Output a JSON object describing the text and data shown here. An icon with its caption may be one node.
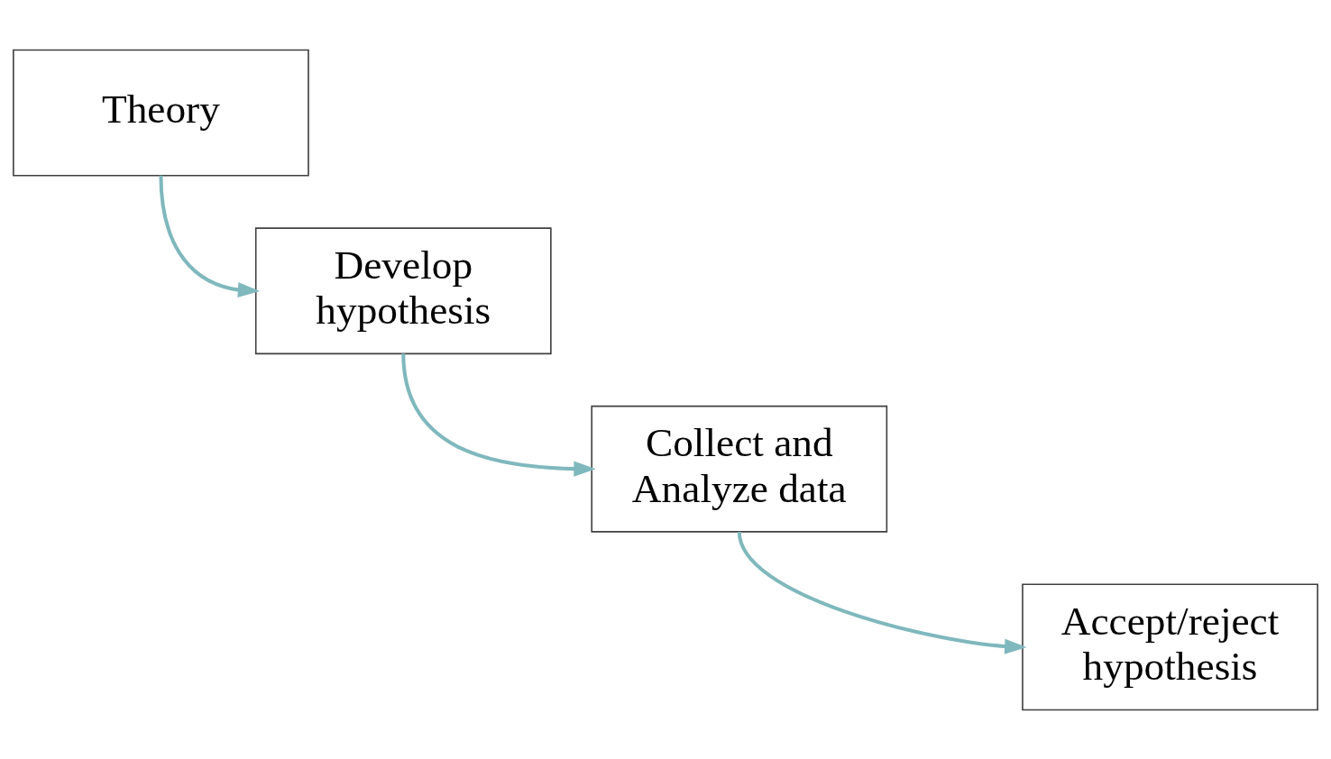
{
  "diagram": {
    "nodes": [
      {
        "text": [
          "Theory"
        ]
      },
      {
        "text": [
          "Develop hypothesis"
        ]
      },
      {
        "text": [
          "Collect and Analyze data"
        ]
      },
      {
        "text": [
          "Accept/reject hypothesis"
        ]
      }
    ],
    "edges": [
      {
        "from": 0,
        "to": 1,
        "arrow": "to"
      },
      {
        "from": 1,
        "to": 2,
        "arrow": "to"
      },
      {
        "from": 2,
        "to": 3,
        "arrow": "to"
      }
    ]
  }
}
